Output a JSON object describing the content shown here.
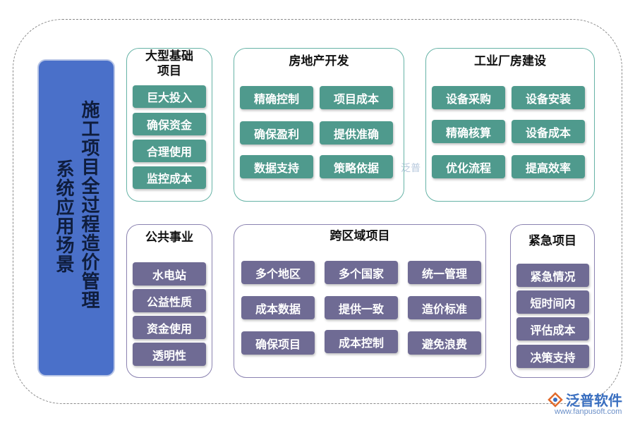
{
  "side_title": {
    "line1": "施工项目全过程造价管理",
    "line2": "系统应用场景"
  },
  "panels": {
    "infrastructure": {
      "title": "大型基础\n项目",
      "items": [
        "巨大投入",
        "确保资金",
        "合理使用",
        "监控成本"
      ]
    },
    "real_estate": {
      "title": "房地产开发",
      "items": [
        "精确控制",
        "项目成本",
        "确保盈利",
        "提供准确",
        "数据支持",
        "策略依据"
      ]
    },
    "industrial": {
      "title": "工业厂房建设",
      "items": [
        "设备采购",
        "设备安装",
        "精确核算",
        "设备成本",
        "优化流程",
        "提高效率"
      ]
    },
    "public": {
      "title": "公共事业",
      "items": [
        "水电站",
        "公益性质",
        "资金使用",
        "透明性"
      ]
    },
    "cross_region": {
      "title": "跨区域项目",
      "items": [
        "多个地区",
        "多个国家",
        "统一管理",
        "成本数据",
        "提供一致",
        "造价标准",
        "确保项目",
        "成本控制",
        "避免浪费"
      ]
    },
    "emergency": {
      "title": "紧急项目",
      "items": [
        "紧急情况",
        "短时间内",
        "评估成本",
        "决策支持"
      ]
    }
  },
  "watermark": {
    "brand": "泛普软件",
    "url": "www.fanpusoft.com",
    "mid_text": "泛普"
  },
  "colors": {
    "side_bg": "#4a70c9",
    "green_chip": "#4f9a8d",
    "purple_chip": "#6f6b94",
    "green_border": "#66b3a6",
    "purple_border": "#8a82b0"
  }
}
